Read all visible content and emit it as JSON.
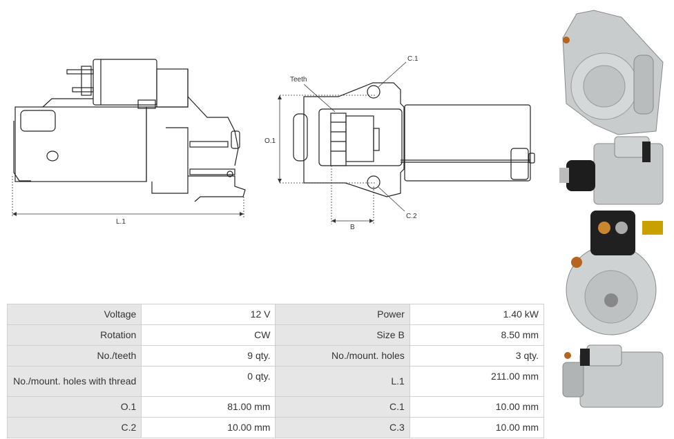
{
  "drawing": {
    "labels": {
      "l1": "L.1",
      "o1": "O.1",
      "b": "B",
      "c1": "C.1",
      "c2": "C.2",
      "teeth": "Teeth"
    }
  },
  "photos": [
    {
      "icon": "starter-motor-front-photo"
    },
    {
      "icon": "starter-motor-side-photo"
    },
    {
      "icon": "starter-motor-rear-photo"
    },
    {
      "icon": "starter-motor-side-photo-2"
    }
  ],
  "specs": {
    "rows": [
      {
        "k1": "Voltage",
        "v1": "12 V",
        "k2": "Power",
        "v2": "1.40 kW"
      },
      {
        "k1": "Rotation",
        "v1": "CW",
        "k2": "Size B",
        "v2": "8.50 mm"
      },
      {
        "k1": "No./teeth",
        "v1": "9 qty.",
        "k2": "No./mount. holes",
        "v2": "3 qty."
      },
      {
        "k1": "No./mount. holes with thread",
        "v1": "0 qty.",
        "k2": "L.1",
        "v2": "211.00 mm"
      },
      {
        "k1": "O.1",
        "v1": "81.00 mm",
        "k2": "C.1",
        "v2": "10.00 mm"
      },
      {
        "k1": "C.2",
        "v1": "10.00 mm",
        "k2": "C.3",
        "v2": "10.00 mm"
      }
    ]
  }
}
